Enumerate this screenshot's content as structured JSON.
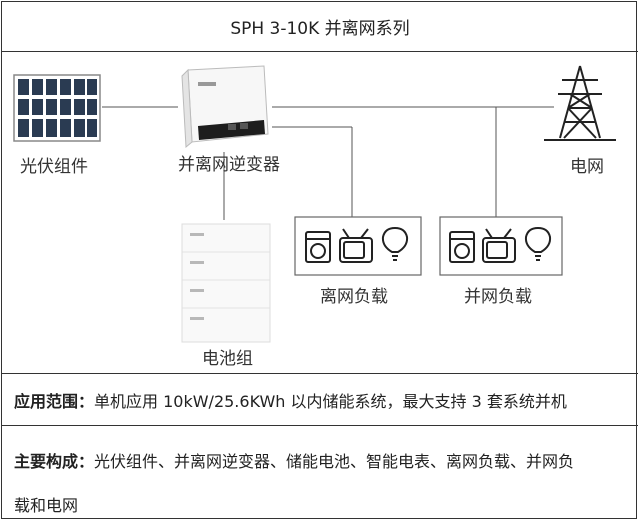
{
  "title": "SPH 3-10K 并离网系列",
  "nodes": {
    "pv": "光伏组件",
    "inverter": "并离网逆变器",
    "grid": "电网",
    "offgrid_load": "离网负载",
    "ongrid_load": "并网负载",
    "battery": "电池组"
  },
  "scope": {
    "label": "应用范围：",
    "text": "单机应用 10kW/25.6KWh 以内储能系统，最大支持 3 套系统并机"
  },
  "composition": {
    "label": "主要构成：",
    "text_line1": "光伏组件、并离网逆变器、储能电池、智能电表、离网负载、并网负",
    "text_line2": "载和电网"
  },
  "icons": [
    "solar-panel-icon",
    "inverter-icon",
    "transmission-tower-icon",
    "battery-icon",
    "washing-machine-icon",
    "tv-icon",
    "light-bulb-icon"
  ]
}
